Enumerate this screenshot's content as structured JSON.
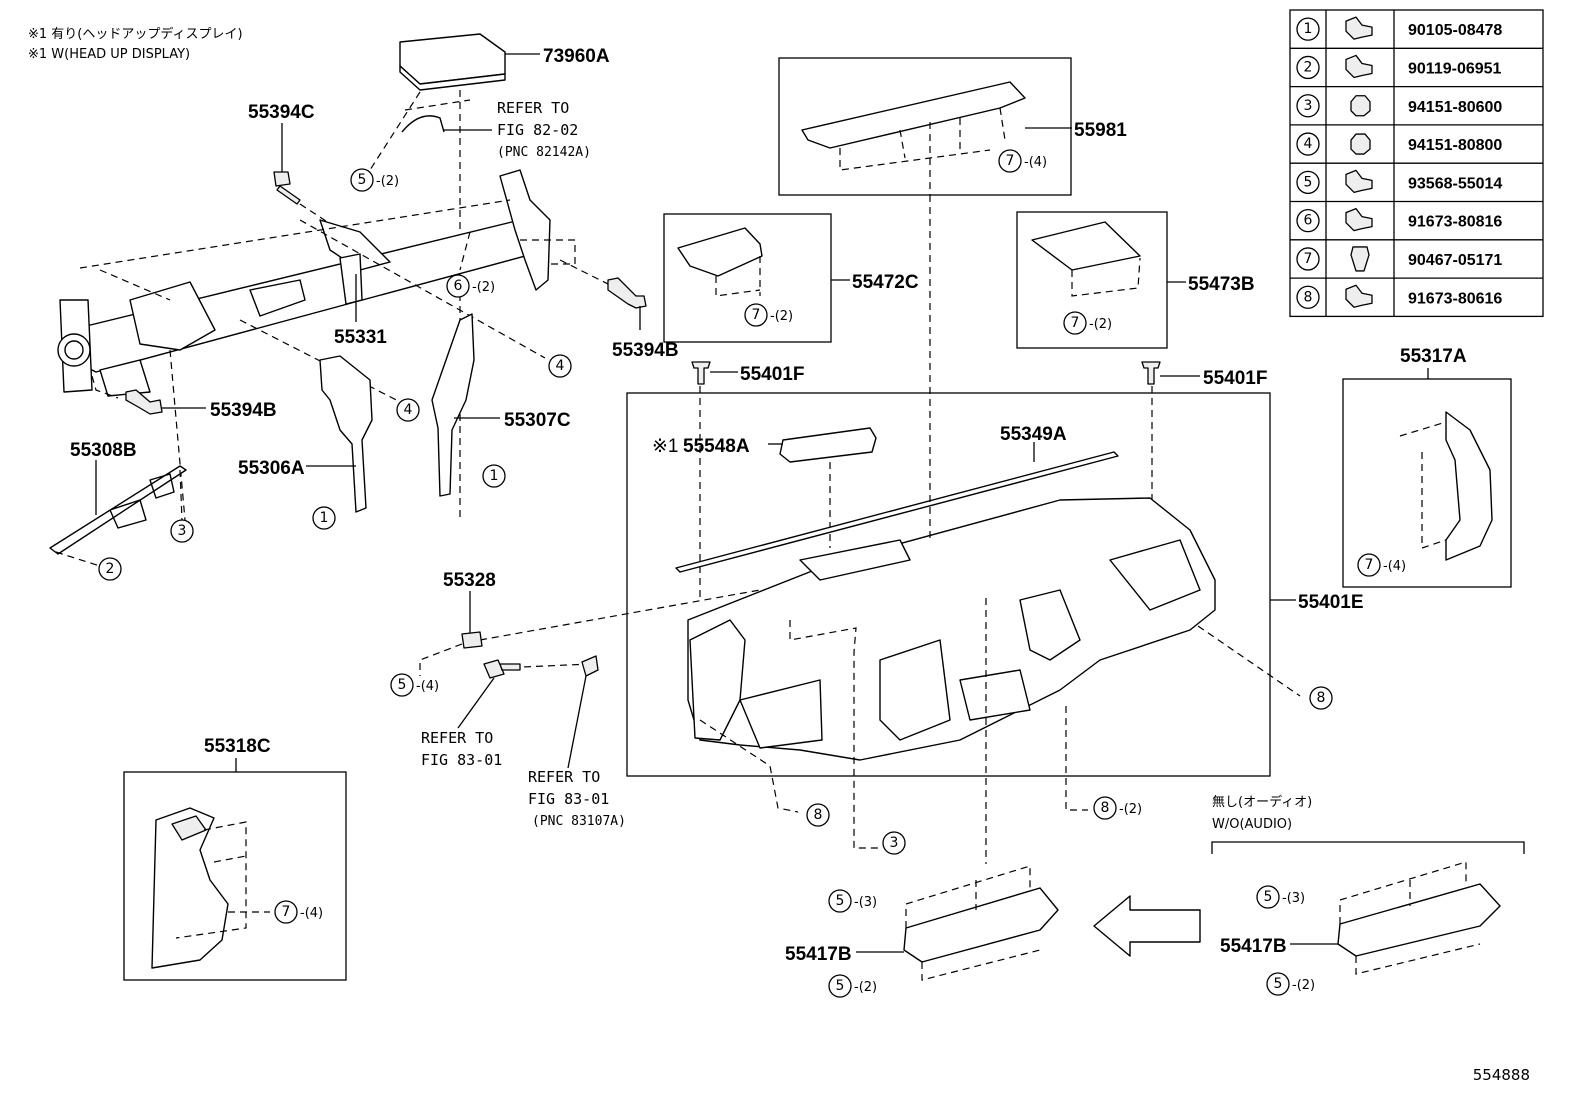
{
  "header_notes": [
    "※1 有り(ヘッドアップディスプレイ)",
    "※1 W(HEAD UP DISPLAY)"
  ],
  "labels": {
    "p73960A": "73960A",
    "p55394C": "55394C",
    "p55331": "55331",
    "p55394B_a": "55394B",
    "p55394B_b": "55394B",
    "p55306A": "55306A",
    "p55307C": "55307C",
    "p55308B": "55308B",
    "p55981": "55981",
    "p55472C": "55472C",
    "p55473B": "55473B",
    "p55401F_a": "55401F",
    "p55401F_b": "55401F",
    "p55548A": "55548A",
    "p55548A_mark": "※1",
    "p55349A": "55349A",
    "p55401E": "55401E",
    "p55317A": "55317A",
    "p55328": "55328",
    "p55318C": "55318C",
    "p55417B_a": "55417B",
    "p55417B_b": "55417B"
  },
  "refer": {
    "r1_line1": "REFER TO",
    "r1_line2": "FIG 82-02",
    "r1_line3": "(PNC 82142A)",
    "r2_line1": "REFER TO",
    "r2_line2": "FIG 83-01",
    "r3_line1": "REFER TO",
    "r3_line2": "FIG 83-01",
    "r3_line3": "(PNC 83107A)"
  },
  "audio_note": [
    "無し(オーディオ)",
    "W/O(AUDIO)"
  ],
  "callouts": [
    {
      "num": "5",
      "qty": "-(2)"
    },
    {
      "num": "6",
      "qty": "-(2)"
    },
    {
      "num": "4",
      "qty": ""
    },
    {
      "num": "4",
      "qty": ""
    },
    {
      "num": "3",
      "qty": ""
    },
    {
      "num": "2",
      "qty": ""
    },
    {
      "num": "1",
      "qty": ""
    },
    {
      "num": "1",
      "qty": ""
    },
    {
      "num": "7",
      "qty": "-(4)"
    },
    {
      "num": "7",
      "qty": "-(2)"
    },
    {
      "num": "7",
      "qty": "-(2)"
    },
    {
      "num": "7",
      "qty": "-(4)"
    },
    {
      "num": "5",
      "qty": "-(4)"
    },
    {
      "num": "8",
      "qty": ""
    },
    {
      "num": "8",
      "qty": ""
    },
    {
      "num": "3",
      "qty": ""
    },
    {
      "num": "8",
      "qty": "-(2)"
    },
    {
      "num": "7",
      "qty": "-(4)"
    },
    {
      "num": "5",
      "qty": "-(3)"
    },
    {
      "num": "5",
      "qty": "-(2)"
    },
    {
      "num": "5",
      "qty": "-(3)"
    },
    {
      "num": "5",
      "qty": "-(2)"
    }
  ],
  "parts_table": [
    {
      "num": "1",
      "icon": "flange-bolt-icon",
      "part": "90105-08478"
    },
    {
      "num": "2",
      "icon": "bolt-icon",
      "part": "90119-06951"
    },
    {
      "num": "3",
      "icon": "nut-icon",
      "part": "94151-80600"
    },
    {
      "num": "4",
      "icon": "nut-icon",
      "part": "94151-80800"
    },
    {
      "num": "5",
      "icon": "screw-icon",
      "part": "93568-55014"
    },
    {
      "num": "6",
      "icon": "screw-icon",
      "part": "91673-80816"
    },
    {
      "num": "7",
      "icon": "clip-icon",
      "part": "90467-05171"
    },
    {
      "num": "8",
      "icon": "screw-icon",
      "part": "91673-80616"
    }
  ],
  "diagram_id": "554888"
}
